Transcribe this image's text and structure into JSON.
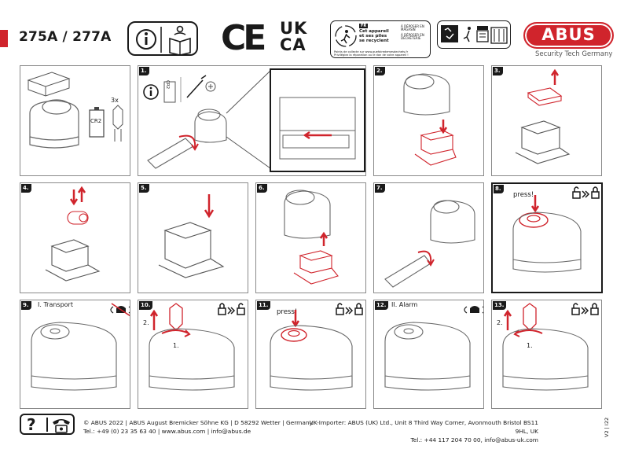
{
  "header": {
    "model": "275A / 277A",
    "ce_mark": "CE",
    "ukca_line1": "UK",
    "ukca_line2": "CA",
    "recycling": {
      "fr_badge": "FR",
      "line1": "Cet appareil",
      "line2": "et ses piles",
      "line3": "se recyclent",
      "deposit": "À DÉPOSER EN MAGASIN",
      "deposit2": "À DÉPOSER EN DÉCHÈTERIE",
      "points": "Points de collecte sur www.quefairedemesdechets.fr",
      "privilege": "Privilégiez la réparation ou le don de votre appareil !"
    },
    "brand": "ABUS",
    "tagline": "Security Tech Germany",
    "colors": {
      "accent": "#d0242c",
      "ink": "#1a1a1a",
      "panel_border": "#8a8a8a"
    }
  },
  "panels": [
    {
      "id": "contents",
      "step": "",
      "title": "",
      "battery_label": "CR2",
      "qty": "3x"
    },
    {
      "id": "step1",
      "step": "1.",
      "title": "",
      "battery_label": "CR2"
    },
    {
      "id": "step2",
      "step": "2.",
      "title": ""
    },
    {
      "id": "step3",
      "step": "3.",
      "title": ""
    },
    {
      "id": "step4",
      "step": "4.",
      "title": ""
    },
    {
      "id": "step5",
      "step": "5.",
      "title": ""
    },
    {
      "id": "step6",
      "step": "6.",
      "title": ""
    },
    {
      "id": "step7",
      "step": "7.",
      "title": ""
    },
    {
      "id": "step8",
      "step": "8.",
      "title": "",
      "press": "press!"
    },
    {
      "id": "step9",
      "step": "9.",
      "title": "I. Transport"
    },
    {
      "id": "step10",
      "step": "10.",
      "title": "",
      "label1": "1.",
      "label2": "2."
    },
    {
      "id": "step11",
      "step": "11.",
      "title": "",
      "press": "press!"
    },
    {
      "id": "step12",
      "step": "12.",
      "title": "II. Alarm"
    },
    {
      "id": "step13",
      "step": "13.",
      "title": "",
      "label1": "1.",
      "label2": "2."
    }
  ],
  "icons": {
    "info": "info-icon",
    "manual": "manual-book-icon",
    "screwdriver": "screwdriver-icon",
    "lock_to_unlock": "unlock-arrows-lock-icon",
    "alarm_off": "alarm-off-icon",
    "alarm_on": "alarm-bell-icon",
    "help": "question-icon",
    "phone": "phone-icon"
  },
  "footer": {
    "help_symbol": "?",
    "line1": "© ABUS 2022 | ABUS August Bremicker Söhne KG | D 58292 Wetter | Germany.",
    "line2": "Tel.: +49 (0) 23 35 63 40 | www.abus.com | info@abus.de",
    "uk_line1": "UK-Importer: ABUS (UK) Ltd., Unit 8 Third Way Corner, Avonmouth Bristol BS11 9HL, UK",
    "uk_line2": "Tel.: +44 117 204 70 00, info@abus-uk.com",
    "version": "V2 | I22"
  }
}
